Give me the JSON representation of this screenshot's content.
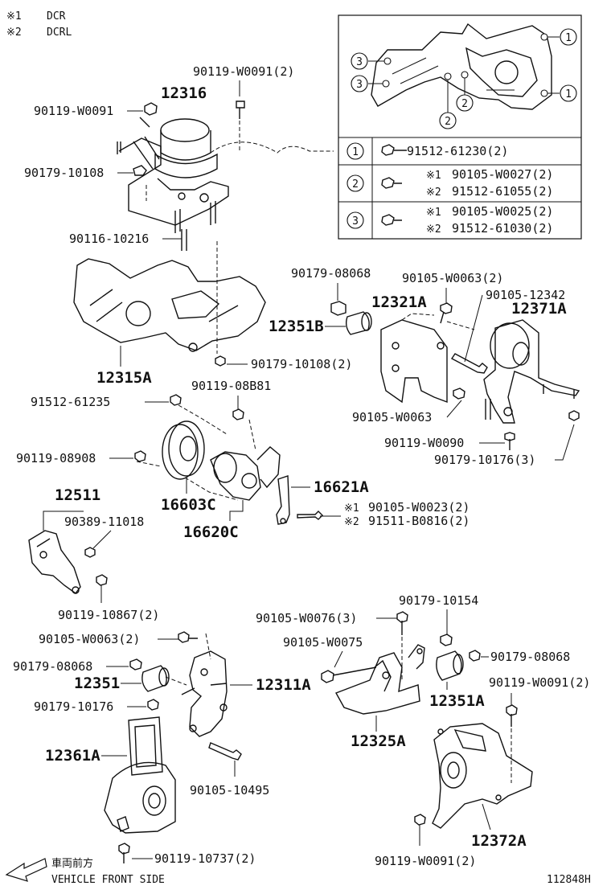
{
  "notes": [
    {
      "mark": "※1",
      "text": "DCR"
    },
    {
      "mark": "※2",
      "text": "DCRL"
    }
  ],
  "labels": {
    "w0091_2_top": "90119-W0091(2)",
    "p12316": "12316",
    "w0091_left": "90119-W0091",
    "p90179_10108": "90179-10108",
    "p90116": "90116-10216",
    "p90179_08068_top": "90179-08068",
    "p90105_w0063_2_top": "90105-W0063(2)",
    "p90105_12342": "90105-12342",
    "p12321a": "12321A",
    "p12371a": "12371A",
    "p12351b": "12351B",
    "p90179_10108_2": "90179-10108(2)",
    "p12315a": "12315A",
    "p90119_08b81": "90119-08B81",
    "p91512_61235": "91512-61235",
    "p90105_w0063": "90105-W0063",
    "p90119_w0090": "90119-W0090",
    "p90179_10176_3": "90179-10176(3)",
    "p90119_08908": "90119-08908",
    "p16621a": "16621A",
    "p16603c": "16603C",
    "p16620c": "16620C",
    "p12511": "12511",
    "p90389": "90389-11018",
    "p90105_w0023": "90105-W0023(2)",
    "p91511_b0816": "91511-B0816(2)",
    "p90119_10867": "90119-10867(2)",
    "p90179_10154": "90179-10154",
    "p90105_w0076": "90105-W0076(3)",
    "p90105_w0063_2_bot": "90105-W0063(2)",
    "p90105_w0075": "90105-W0075",
    "p90179_08068_right": "90179-08068",
    "p90179_08068_left": "90179-08068",
    "p12311a": "12311A",
    "p12351": "12351",
    "p90119_w0091_2_mid": "90119-W0091(2)",
    "p12351a": "12351A",
    "p90179_10176": "90179-10176",
    "p12325a": "12325A",
    "p12361a": "12361A",
    "p90105_10495": "90105-10495",
    "p12372a": "12372A",
    "p90119_10737": "90119-10737(2)",
    "p90119_w0091_2_bot": "90119-W0091(2)"
  },
  "legend_rows": [
    {
      "num": "1",
      "lines": [
        {
          "mark": "",
          "part": "91512-61230(2)"
        }
      ]
    },
    {
      "num": "2",
      "lines": [
        {
          "mark": "※1",
          "part": "90105-W0027(2)"
        },
        {
          "mark": "※2",
          "part": "91512-61055(2)"
        }
      ]
    },
    {
      "num": "3",
      "lines": [
        {
          "mark": "※1",
          "part": "90105-W0025(2)"
        },
        {
          "mark": "※2",
          "part": "91512-61030(2)"
        }
      ]
    }
  ],
  "inset_callouts": [
    "1",
    "1",
    "2",
    "2",
    "3",
    "3"
  ],
  "marks": {
    "dcr": "※1",
    "dcrl": "※2"
  },
  "footer": {
    "direction_jp": "車両前方",
    "direction_en": "VEHICLE FRONT SIDE",
    "figure_id": "112848H"
  }
}
